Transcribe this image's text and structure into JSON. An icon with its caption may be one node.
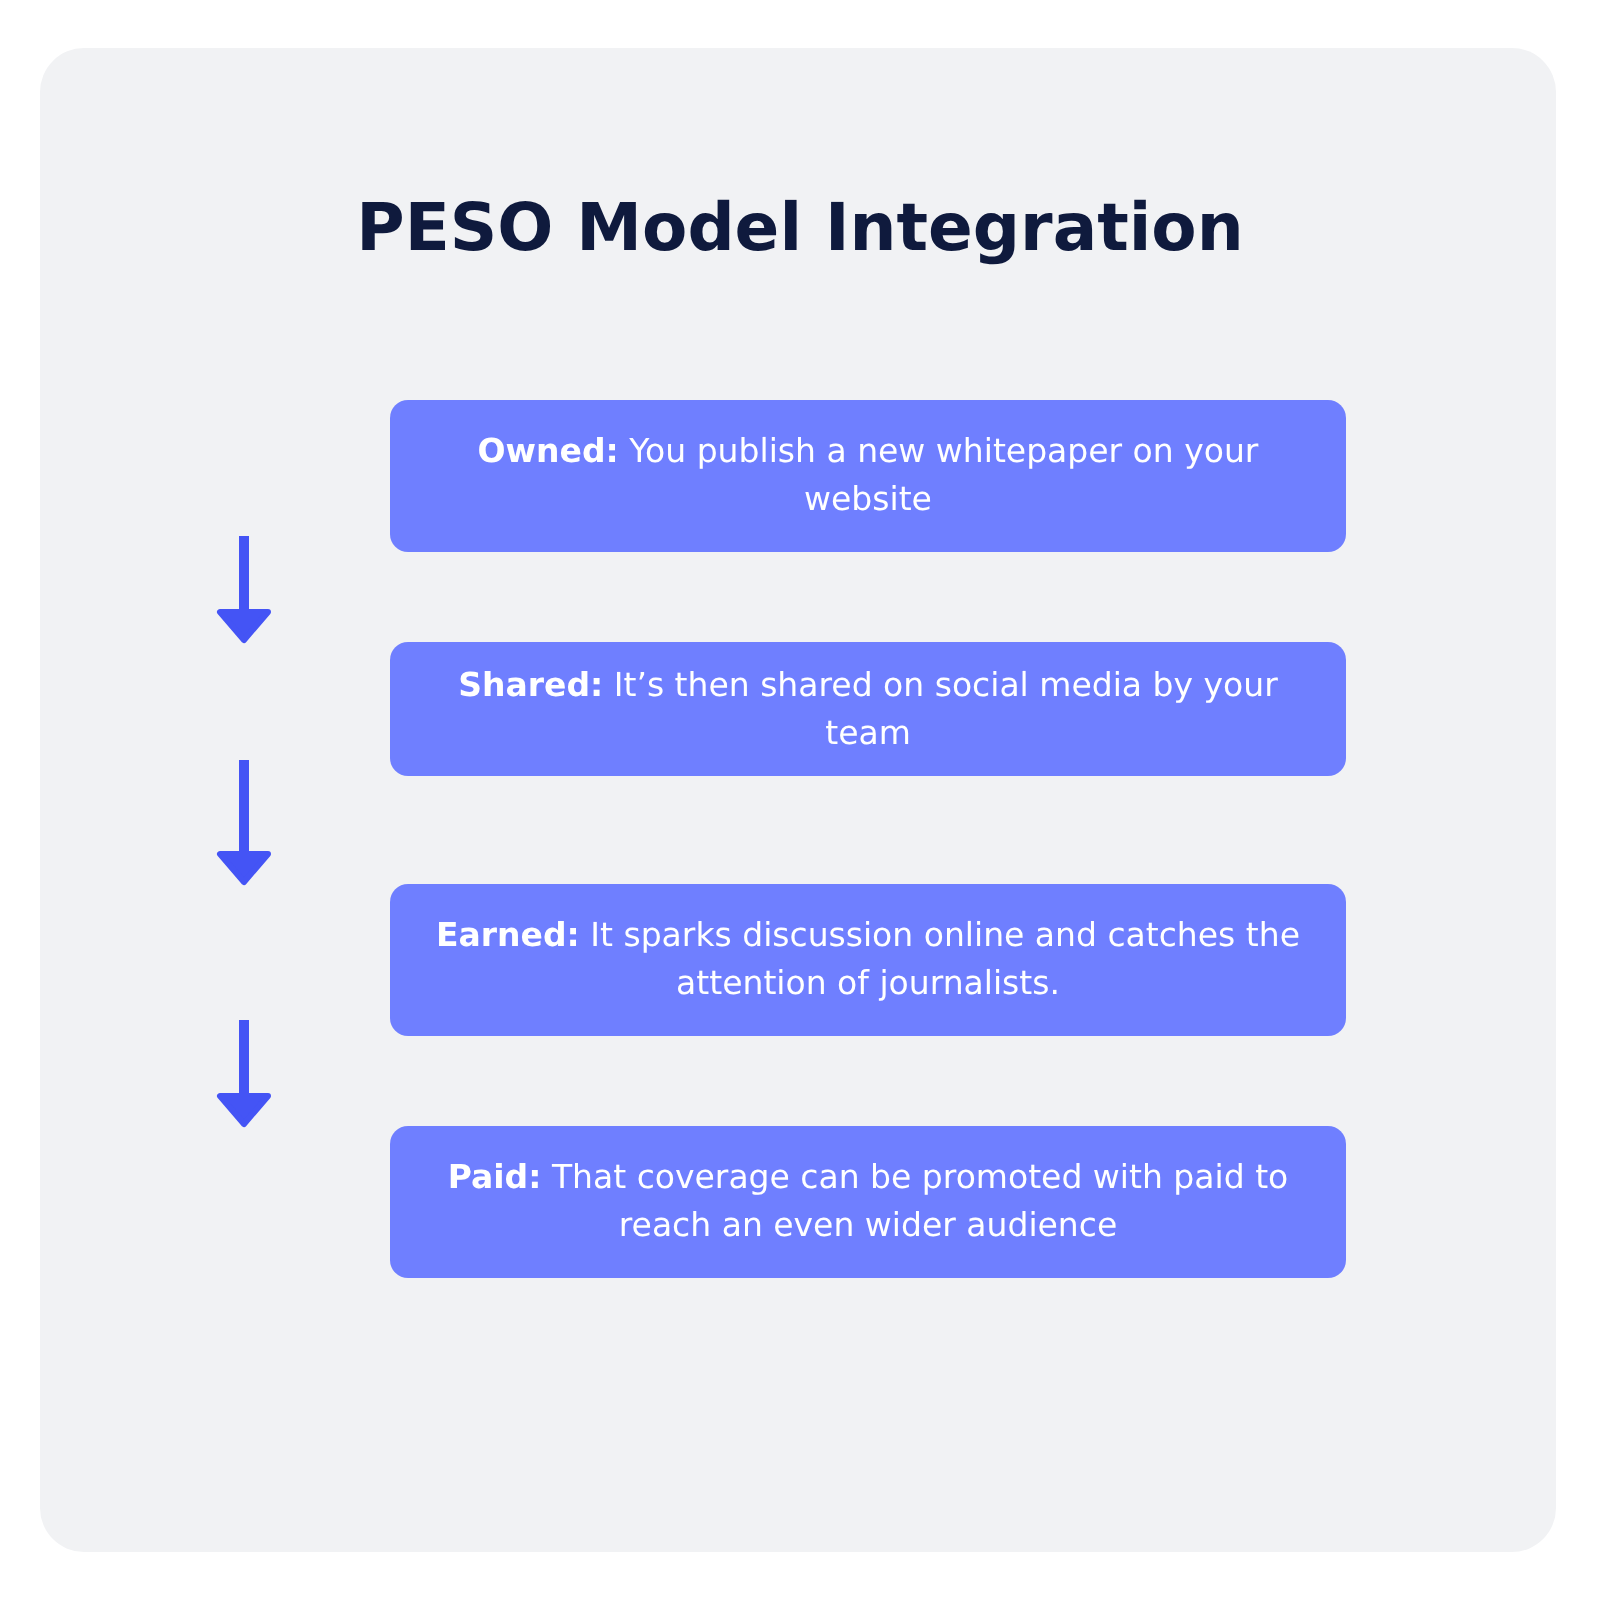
{
  "diagram": {
    "title": "PESO Model Integration",
    "nodes": [
      {
        "text": [
          "**Owned:** You publish a new whitepaper on your website"
        ]
      },
      {
        "text": [
          "**Shared:** It’s then shared on social media by your team"
        ]
      },
      {
        "text": [
          "**Earned:** It sparks discussion online and catches the attention of journalists."
        ]
      },
      {
        "text": [
          "**Paid:** That coverage can be promoted with paid to reach an even wider audience"
        ]
      }
    ]
  }
}
